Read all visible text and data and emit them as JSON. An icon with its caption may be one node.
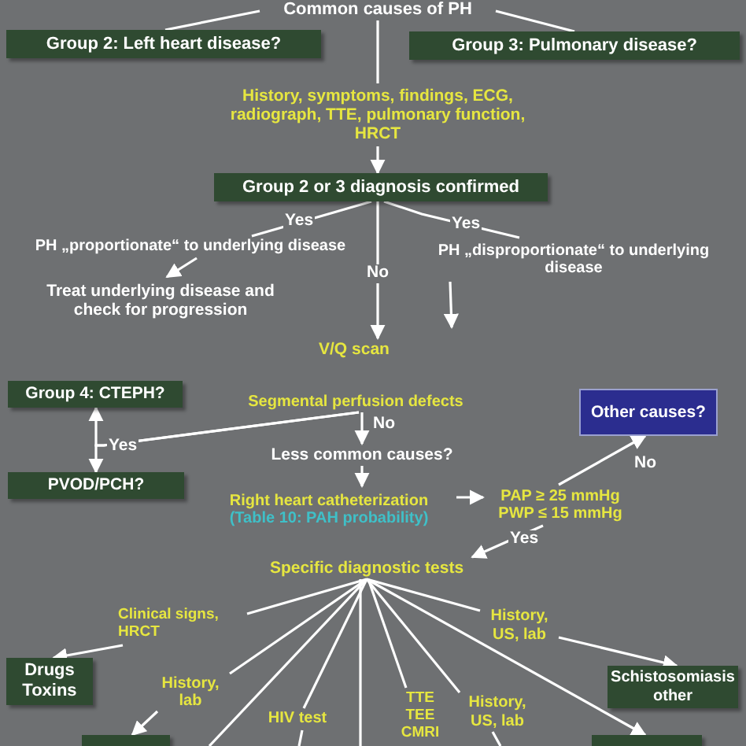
{
  "diagram": {
    "nodes": [
      {
        "text": [
          "Common causes of PH"
        ]
      },
      {
        "text": [
          "Group 2: Left heart disease?"
        ]
      },
      {
        "text": [
          "Group 3: Pulmonary disease?"
        ]
      },
      {
        "text": [
          "History, symptoms, findings, ECG, radiograph, TTE, pulmonary function, HRCT"
        ]
      },
      {
        "text": [
          "Group 2 or 3 diagnosis confirmed"
        ]
      },
      {
        "text": [
          "PH „proportionate“ to underlying disease"
        ]
      },
      {
        "text": [
          "PH „disproportionate“ to underlying disease"
        ]
      },
      {
        "text": [
          "Treat underlying disease and check for progression"
        ]
      },
      {
        "text": [
          "V/Q scan"
        ]
      },
      {
        "text": [
          "Group 4: CTEPH?"
        ]
      },
      {
        "text": [
          "Segmental perfusion defects"
        ]
      },
      {
        "text": [
          "PVOD/PCH?"
        ]
      },
      {
        "text": [
          "Less common causes?"
        ]
      },
      {
        "text": [
          "Other causes?"
        ]
      },
      {
        "text": [
          "Right heart catheterization",
          "(Table 10: PAH probability)"
        ]
      },
      {
        "text": [
          "PAP ≥ 25 mmHg PWP ≤ 15 mmHg"
        ]
      },
      {
        "text": [
          "Specific diagnostic tests"
        ]
      },
      {
        "text": [
          "Clinical signs, HRCT"
        ]
      },
      {
        "text": [
          "History, US, lab"
        ]
      },
      {
        "text": [
          "Drugs Toxins"
        ]
      },
      {
        "text": [
          "History, lab"
        ]
      },
      {
        "text": [
          "Schistosomiasis other"
        ]
      },
      {
        "text": [
          "HIV test"
        ]
      },
      {
        "text": [
          "TTE TEE CMRI"
        ]
      },
      {
        "text": [
          "History, US, lab"
        ]
      },
      {
        "text": [],
        "shape": "box"
      },
      {
        "text": [],
        "shape": "box"
      }
    ],
    "edges": [
      {
        "from": 0,
        "to": 1,
        "arrow": "none"
      },
      {
        "from": 0,
        "to": 2,
        "arrow": "none"
      },
      {
        "from": 0,
        "to": 3,
        "arrow": "none"
      },
      {
        "from": 3,
        "to": 4,
        "arrow": "to"
      },
      {
        "from": 4,
        "to": 5,
        "arrow": "none",
        "label": "Yes"
      },
      {
        "from": 4,
        "to": 6,
        "arrow": "none",
        "label": "Yes"
      },
      {
        "from": 4,
        "to": 8,
        "arrow": "to",
        "label": "No"
      },
      {
        "from": 5,
        "to": 7,
        "arrow": "to"
      },
      {
        "from": 6,
        "to": null,
        "arrow": "to"
      },
      {
        "from": 10,
        "to": 9,
        "arrow": "to",
        "label": "Yes"
      },
      {
        "from": 10,
        "to": 11,
        "arrow": "to"
      },
      {
        "from": 10,
        "to": 12,
        "arrow": "to",
        "label": "No"
      },
      {
        "from": 12,
        "to": 14,
        "arrow": "to"
      },
      {
        "from": 14,
        "to": 15,
        "arrow": "to"
      },
      {
        "from": 15,
        "to": 13,
        "arrow": "to",
        "label": "No"
      },
      {
        "from": 15,
        "to": 16,
        "arrow": "to",
        "label": "Yes"
      },
      {
        "from": 16,
        "to": 17,
        "arrow": "none"
      },
      {
        "from": 16,
        "to": 20,
        "arrow": "none"
      },
      {
        "from": 16,
        "to": null,
        "arrow": "none"
      },
      {
        "from": 16,
        "to": 22,
        "arrow": "none"
      },
      {
        "from": 16,
        "to": null,
        "arrow": "none"
      },
      {
        "from": 16,
        "to": 23,
        "arrow": "none"
      },
      {
        "from": 16,
        "to": 24,
        "arrow": "none"
      },
      {
        "from": 16,
        "to": 18,
        "arrow": "none"
      },
      {
        "from": 16,
        "to": 26,
        "arrow": "to"
      },
      {
        "from": 17,
        "to": 19,
        "arrow": "to"
      },
      {
        "from": 18,
        "to": 21,
        "arrow": "to"
      },
      {
        "from": 20,
        "to": 25,
        "arrow": "to"
      },
      {
        "from": 22,
        "to": null,
        "arrow": "none"
      },
      {
        "from": 24,
        "to": null,
        "arrow": "none"
      }
    ]
  }
}
